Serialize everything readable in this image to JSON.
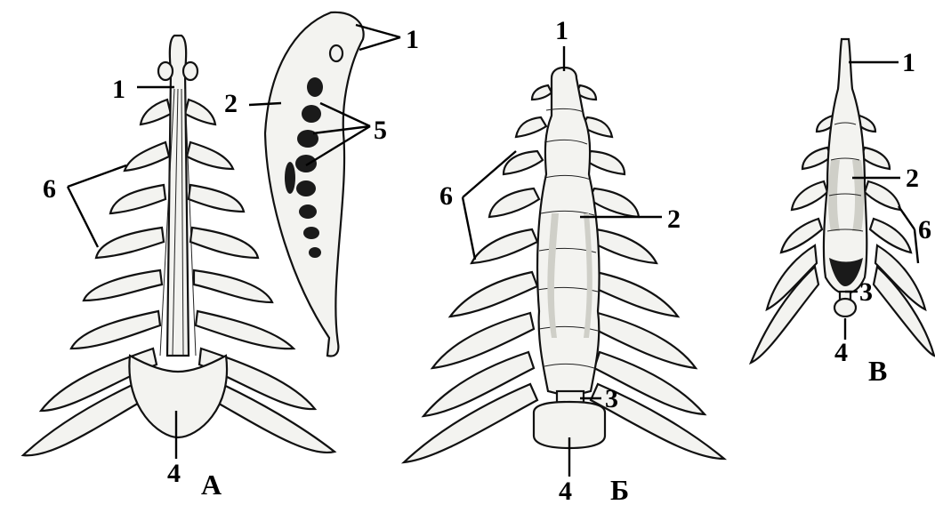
{
  "figures": [
    {
      "letter": "А",
      "labels": {
        "n1a": "1",
        "n1b": "1",
        "n2": "2",
        "n4": "4",
        "n5": "5",
        "n6": "6"
      }
    },
    {
      "letter": "Б",
      "labels": {
        "n1": "1",
        "n2": "2",
        "n3": "3",
        "n4": "4",
        "n6": "6"
      }
    },
    {
      "letter": "В",
      "labels": {
        "n1": "1",
        "n2": "2",
        "n3": "3",
        "n4": "4",
        "n6": "6"
      }
    }
  ]
}
